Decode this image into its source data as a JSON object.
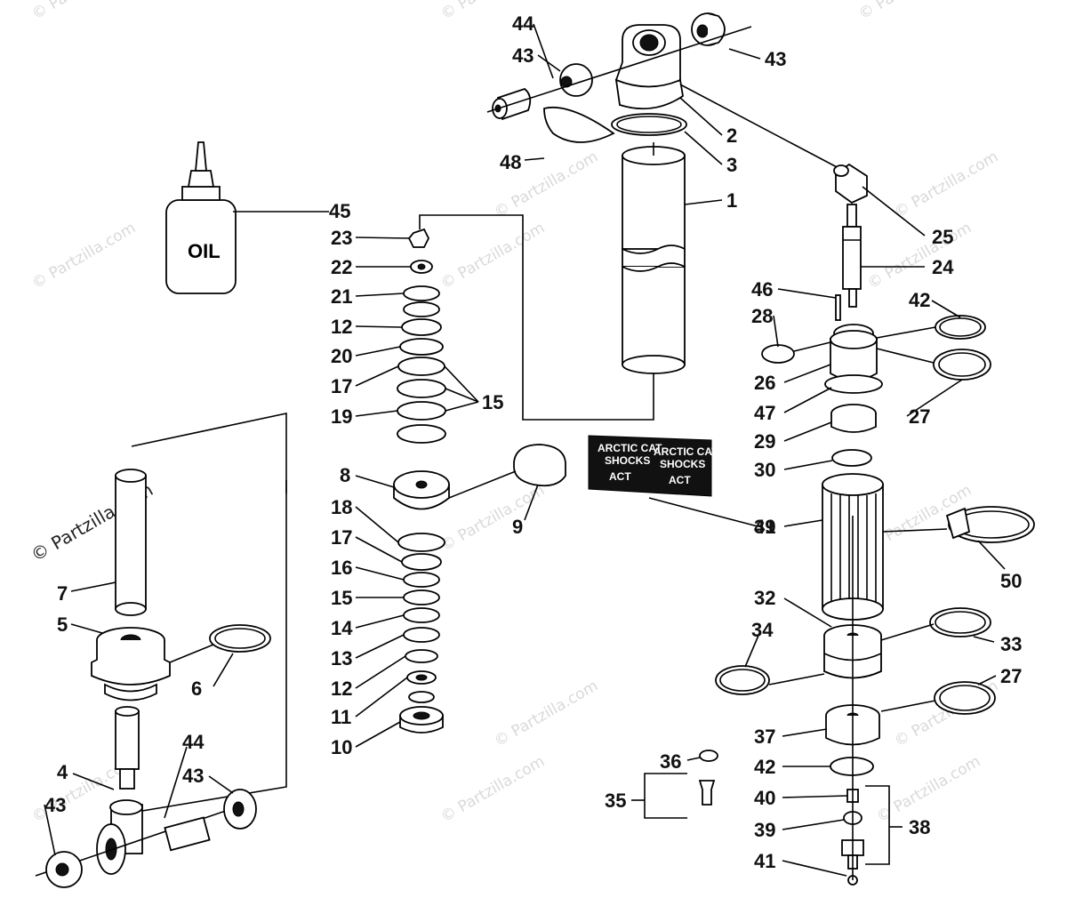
{
  "watermark": "© Partzilla.com",
  "oil_label": "OIL",
  "decal_text": {
    "line1": "ARCTIC CAT",
    "line2": "SHOCKS",
    "logo": "ACT"
  },
  "callouts": {
    "c1": "1",
    "c2": "2",
    "c3": "3",
    "c4": "4",
    "c5": "5",
    "c6": "6",
    "c7": "7",
    "c8": "8",
    "c9": "9",
    "c10": "10",
    "c11": "11",
    "c12a": "12",
    "c12b": "12",
    "c13": "13",
    "c14": "14",
    "c15a": "15",
    "c15b": "15",
    "c16": "16",
    "c17a": "17",
    "c17b": "17",
    "c18": "18",
    "c19": "19",
    "c20": "20",
    "c21": "21",
    "c22": "22",
    "c23": "23",
    "c24": "24",
    "c25": "25",
    "c26": "26",
    "c27a": "27",
    "c27b": "27",
    "c28": "28",
    "c29": "29",
    "c30": "30",
    "c31": "31",
    "c32": "32",
    "c33": "33",
    "c34": "34",
    "c35": "35",
    "c36": "36",
    "c37": "37",
    "c38": "38",
    "c39": "39",
    "c40": "40",
    "c41": "41",
    "c42a": "42",
    "c42b": "42",
    "c43a": "43",
    "c43b": "43",
    "c43c": "43",
    "c43d": "43",
    "c44a": "44",
    "c44b": "44",
    "c45": "45",
    "c46": "46",
    "c47": "47",
    "c48": "48",
    "c49": "49",
    "c50": "50"
  }
}
